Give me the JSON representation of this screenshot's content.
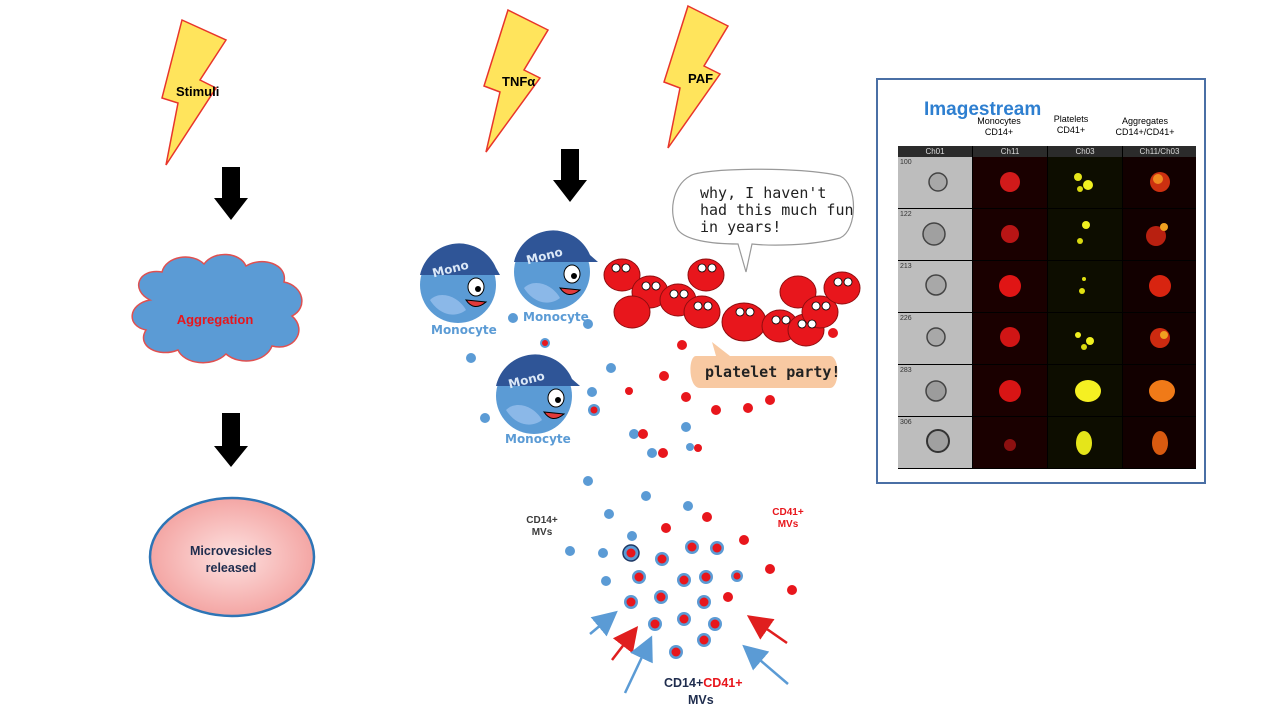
{
  "stimuli_label": "Stimuli",
  "tnf_label": "TNFα",
  "paf_label": "PAF",
  "aggregation_label": "Aggregation",
  "microvesicles_line1": "Microvesicles",
  "microvesicles_line2": "released",
  "mono_cap_text": "Mono",
  "monocyte_label": "Monocyte",
  "speech_bubble_lines": [
    "why, I haven't",
    "had this much fun",
    "in years!"
  ],
  "platelet_party_text": "platelet party!",
  "cd14_mv_line1": "CD14+",
  "cd14_mv_line2": "MVs",
  "cd41_mv_line1": "CD41+",
  "cd41_mv_line2": "MVs",
  "combined_cd14": "CD14+",
  "combined_cd41": "CD41+",
  "combined_mvs": "MVs",
  "imagestream": {
    "title": "Imagestream",
    "col_monocytes": [
      "Monocytes",
      "CD14+"
    ],
    "col_platelets": [
      "Platelets",
      "CD41+"
    ],
    "col_aggregates": [
      "Aggregates",
      "CD14+/CD41+"
    ],
    "channels": [
      "Ch01",
      "Ch11",
      "Ch03",
      "Ch11/Ch03"
    ],
    "row_ids": [
      "100",
      "122",
      "213",
      "226",
      "283",
      "306"
    ]
  },
  "colors": {
    "bolt_fill": "#ffe45c",
    "bolt_stroke": "#e8352b",
    "cloud_fill": "#5b9bd5",
    "cloud_stroke": "#e05050",
    "oval_fill": "#f6b6b4",
    "oval_stroke": "#2e75b6",
    "monocyte_blue": "#5b9bd5",
    "platelet_red": "#e8161c",
    "text_red": "#e8161c",
    "text_navy": "#1f2d4e"
  }
}
